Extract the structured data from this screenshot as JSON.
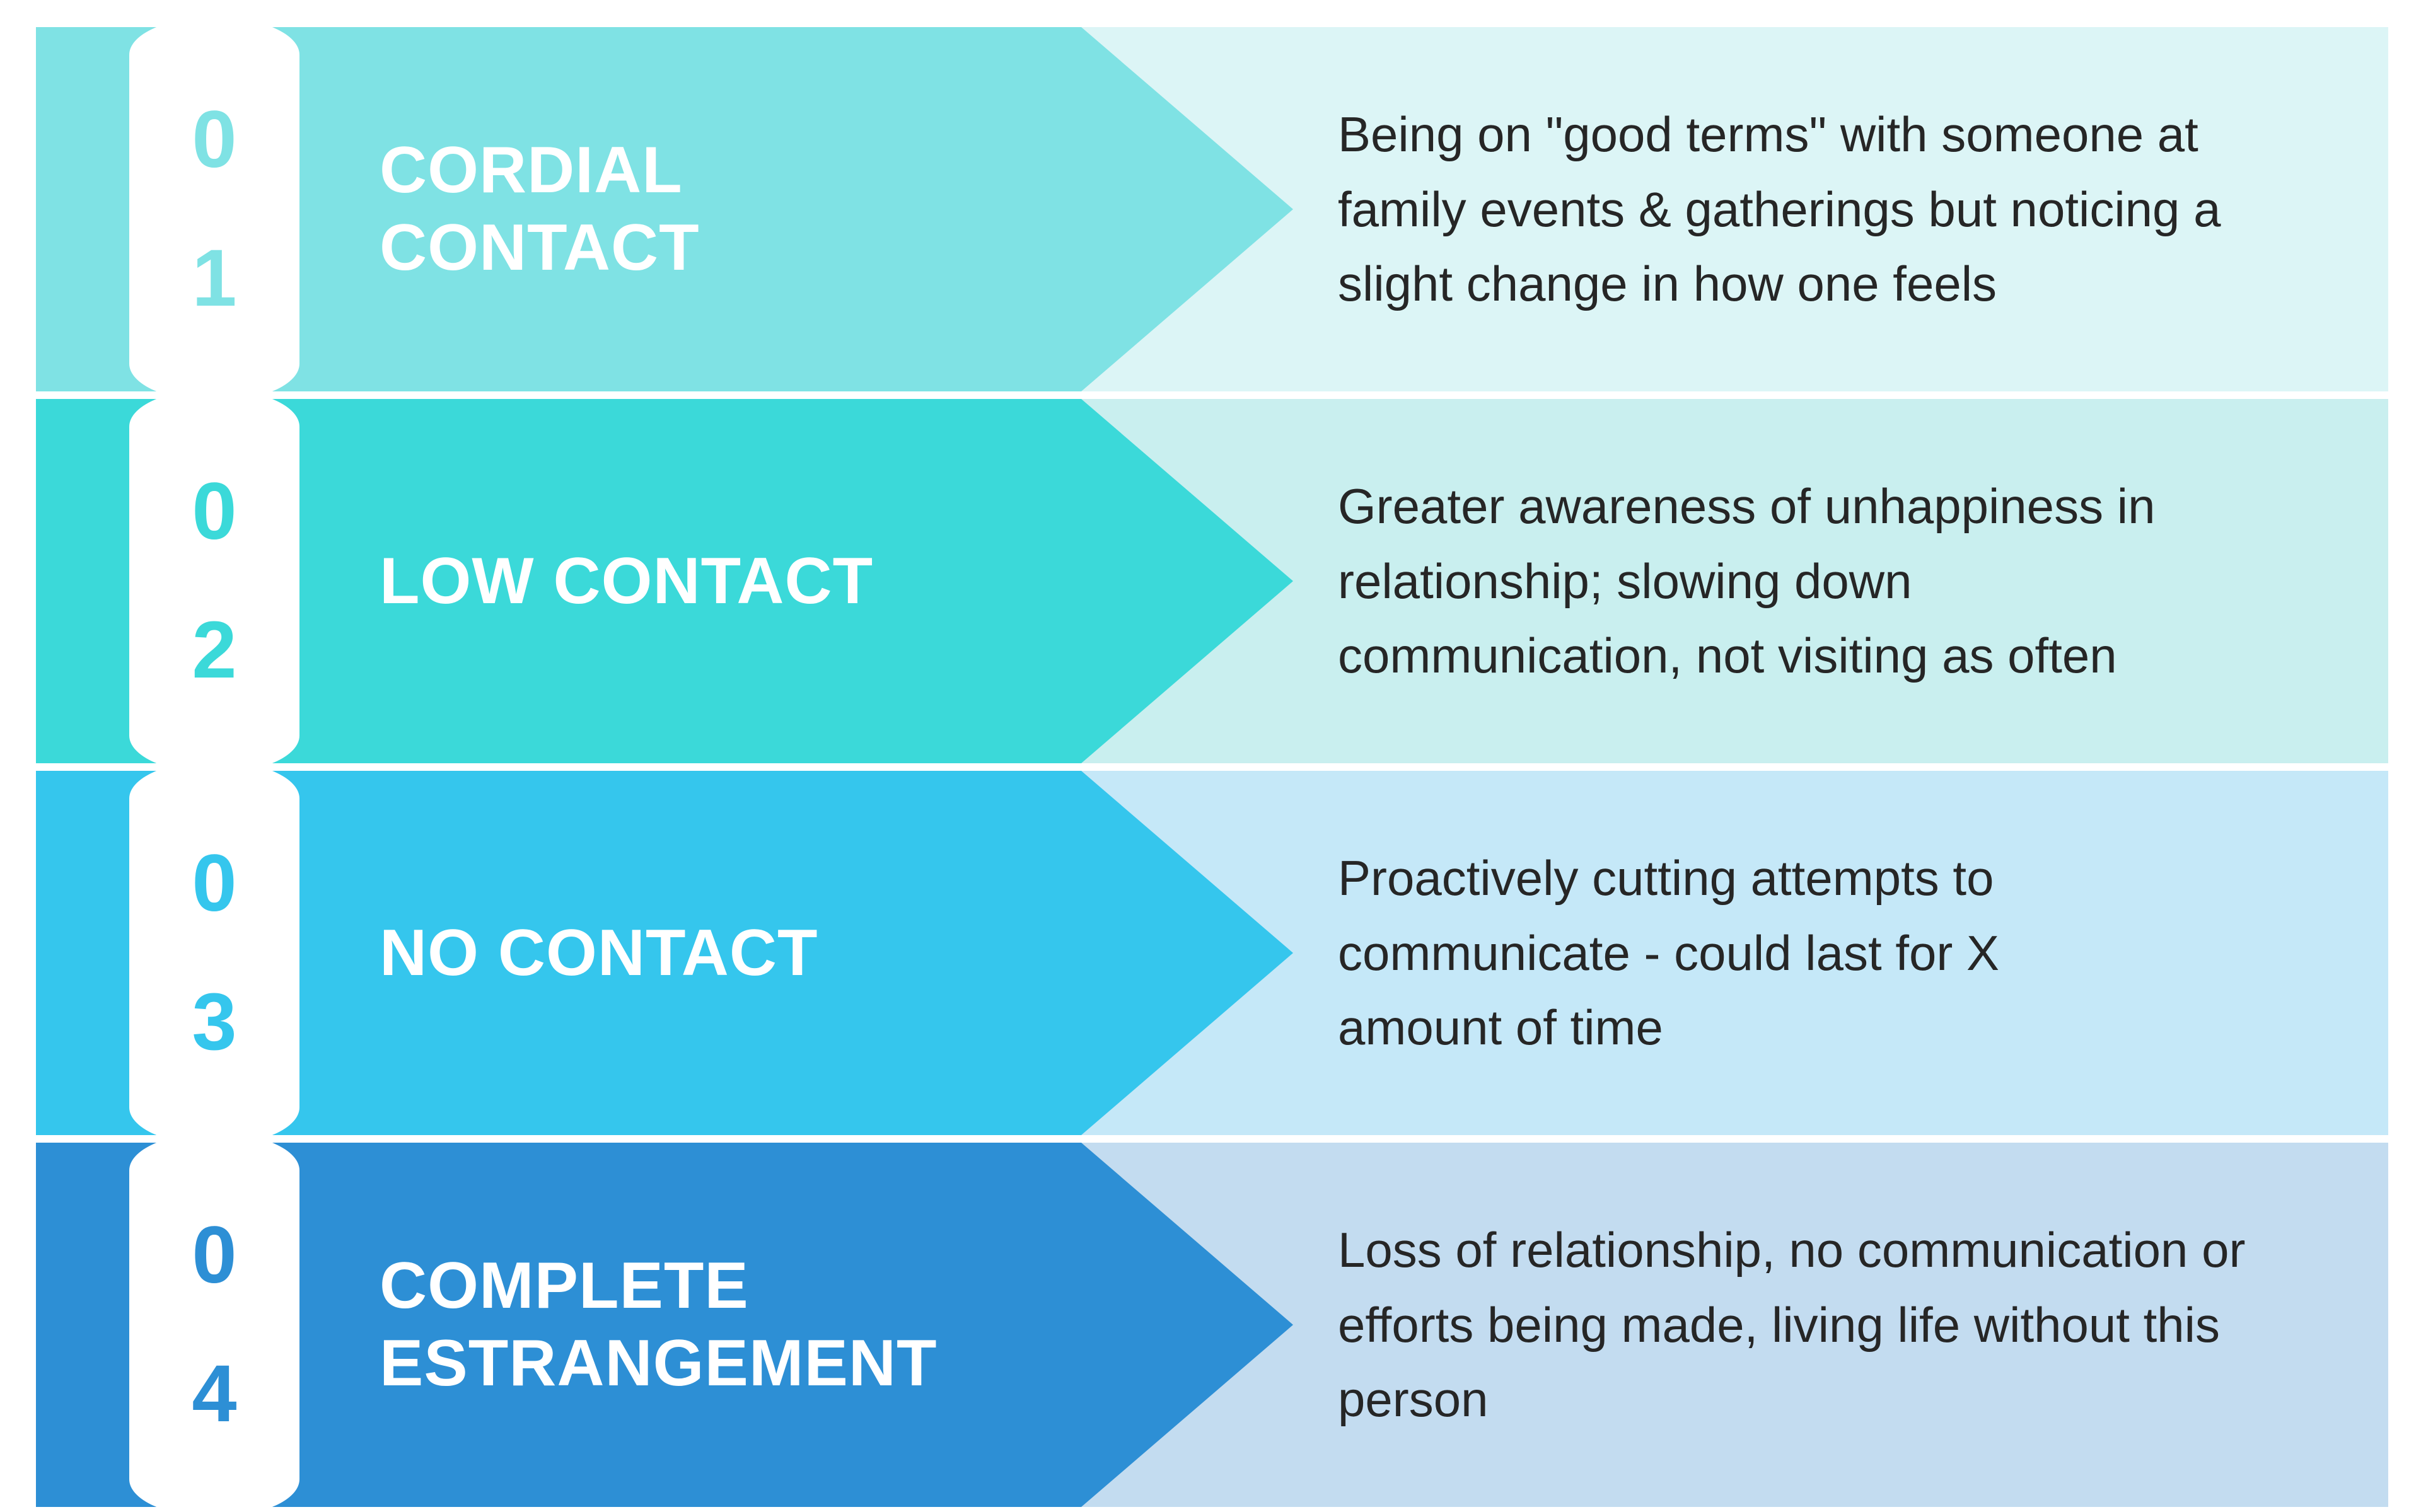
{
  "diagram": {
    "type": "stage-progression",
    "orientation": "vertical-list-of-arrows",
    "stage_count": 4,
    "palette": {
      "stage1_band": "#7FE2E4",
      "stage1_panel": "#DCF5F6",
      "stage2_band": "#3BD9D9",
      "stage2_panel": "#C9EFEF",
      "stage3_band": "#35C6ED",
      "stage3_panel": "#C5E8F8",
      "stage4_band": "#2D8FD5",
      "stage4_panel": "#C3DCF0",
      "badge_bg": "#FFFFFF",
      "title_text": "#FFFFFF",
      "body_text": "#262626"
    }
  },
  "stages": [
    {
      "number_top": "0",
      "number_bottom": "1",
      "title_line1": "CORDIAL",
      "title_line2": "CONTACT",
      "desc_line1": "Being on \"good terms\" with someone at",
      "desc_line2": "family events & gatherings but noticing a",
      "desc_line3": "slight change in how one feels",
      "band_color": "#7FE2E4",
      "panel_color": "#DCF5F6",
      "number_color": "#7FE2E4"
    },
    {
      "number_top": "0",
      "number_bottom": "2",
      "title_line1": "LOW CONTACT",
      "title_line2": "",
      "desc_line1": "Greater awareness of unhappiness in",
      "desc_line2": "relationship; slowing down",
      "desc_line3": "communication, not visiting as often",
      "band_color": "#3BD9D9",
      "panel_color": "#C9EFEF",
      "number_color": "#3BD9D9"
    },
    {
      "number_top": "0",
      "number_bottom": "3",
      "title_line1": "NO CONTACT",
      "title_line2": "",
      "desc_line1": "Proactively cutting attempts to",
      "desc_line2": "communicate - could last for X",
      "desc_line3": "amount of time",
      "band_color": "#35C6ED",
      "panel_color": "#C5E8F8",
      "number_color": "#35C6ED"
    },
    {
      "number_top": "0",
      "number_bottom": "4",
      "title_line1": "COMPLETE",
      "title_line2": "ESTRANGEMENT",
      "desc_line1": "Loss of relationship, no communication or",
      "desc_line2": "efforts being made, living life without this",
      "desc_line3": "person",
      "band_color": "#2D8FD5",
      "panel_color": "#C3DCF0",
      "number_color": "#2D8FD5"
    }
  ]
}
